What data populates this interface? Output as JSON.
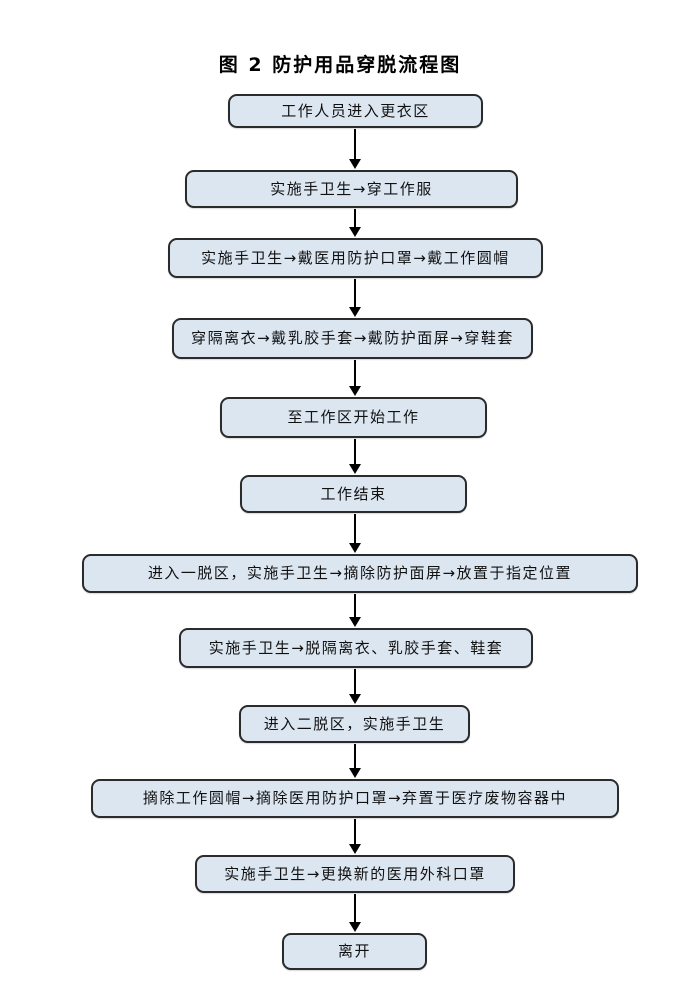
{
  "figure": {
    "title": "图 2 防护用品穿脱流程图"
  },
  "colors": {
    "box_fill": "#dce6f1",
    "box_border": "#2b2b2b",
    "arrow": "#000000",
    "text": "#111111",
    "page_background": "#ffffff"
  },
  "flowchart": {
    "direction": "top-to-bottom",
    "connector_style": "straight-arrow-down",
    "nodes": [
      {
        "id": 1,
        "label": "工作人员进入更衣区"
      },
      {
        "id": 2,
        "label": "实施手卫生→穿工作服"
      },
      {
        "id": 3,
        "label": "实施手卫生→戴医用防护口罩→戴工作圆帽"
      },
      {
        "id": 4,
        "label": "穿隔离衣→戴乳胶手套→戴防护面屏→穿鞋套"
      },
      {
        "id": 5,
        "label": "至工作区开始工作"
      },
      {
        "id": 6,
        "label": "工作结束"
      },
      {
        "id": 7,
        "label": "进入一脱区，实施手卫生→摘除防护面屏→放置于指定位置"
      },
      {
        "id": 8,
        "label": "实施手卫生→脱隔离衣、乳胶手套、鞋套"
      },
      {
        "id": 9,
        "label": "进入二脱区，实施手卫生"
      },
      {
        "id": 10,
        "label": "摘除工作圆帽→摘除医用防护口罩→弃置于医疗废物容器中"
      },
      {
        "id": 11,
        "label": "实施手卫生→更换新的医用外科口罩"
      },
      {
        "id": 12,
        "label": "离开"
      }
    ]
  }
}
